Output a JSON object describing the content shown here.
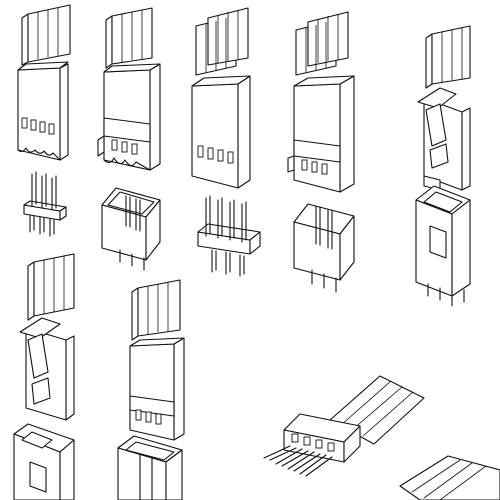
{
  "figure": {
    "subject": "connector-assortment-line-drawing",
    "background": "#ffffff",
    "stroke": "#111111",
    "parts": [
      {
        "id": "a",
        "kind": "ribbon-cable-plug",
        "positions": 4,
        "rows": 1
      },
      {
        "id": "b",
        "kind": "ribbon-cable-plug-with-ramp",
        "positions": 4,
        "rows": 1
      },
      {
        "id": "c",
        "kind": "ribbon-cable-plug",
        "positions": 4,
        "rows": 2
      },
      {
        "id": "d",
        "kind": "ribbon-cable-plug-with-ramp",
        "positions": 4,
        "rows": 2
      },
      {
        "id": "e",
        "kind": "ribbon-cable-plug-with-latch",
        "positions": 4,
        "rows": 1
      },
      {
        "id": "f",
        "kind": "pin-header",
        "positions": 4,
        "rows": 1
      },
      {
        "id": "g",
        "kind": "shrouded-header",
        "positions": 4,
        "rows": 1
      },
      {
        "id": "h",
        "kind": "pin-header",
        "positions": 4,
        "rows": 2
      },
      {
        "id": "i",
        "kind": "shrouded-header",
        "positions": 4,
        "rows": 2
      },
      {
        "id": "j",
        "kind": "latching-header",
        "positions": 4,
        "rows": 1
      },
      {
        "id": "k",
        "kind": "ribbon-cable-plug-with-latch",
        "positions": 4,
        "rows": 1
      },
      {
        "id": "l",
        "kind": "ribbon-cable-plug-with-ramp",
        "positions": 4,
        "rows": 1
      },
      {
        "id": "m",
        "kind": "latching-header",
        "positions": 4,
        "rows": 1
      },
      {
        "id": "n",
        "kind": "shrouded-header",
        "positions": 4,
        "rows": 1
      },
      {
        "id": "o",
        "kind": "flat-cable-with-pins",
        "positions": 4,
        "rows": 1
      },
      {
        "id": "p",
        "kind": "flat-cable",
        "positions": 4,
        "rows": 1
      }
    ]
  }
}
